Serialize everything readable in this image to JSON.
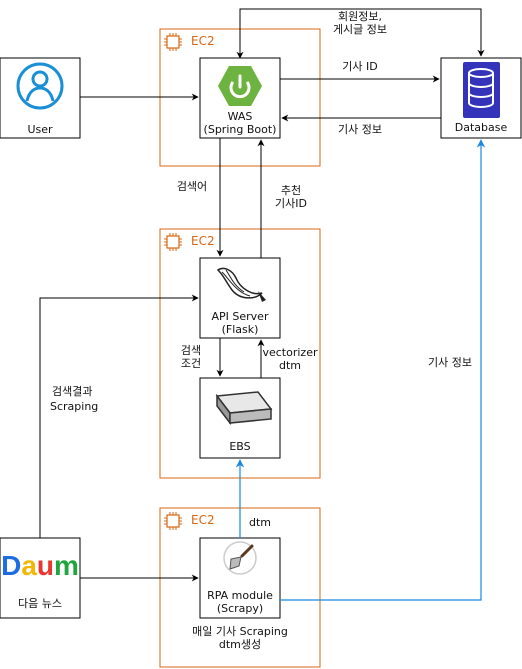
{
  "groups": [
    {
      "id": "ec2-was",
      "label": "EC2"
    },
    {
      "id": "ec2-api",
      "label": "EC2"
    },
    {
      "id": "ec2-rpa",
      "label": "EC2"
    }
  ],
  "nodes": {
    "user": {
      "label": "User"
    },
    "was": {
      "line1": "WAS",
      "line2": "(Spring Boot)"
    },
    "database": {
      "label": "Database"
    },
    "api": {
      "line1": "API Server",
      "line2": "(Flask)"
    },
    "ebs": {
      "label": "EBS"
    },
    "daum": {
      "logo": "Daum",
      "label": "다음 뉴스"
    },
    "rpa": {
      "line1": "RPA module",
      "line2": "(Scrapy)"
    }
  },
  "edges": {
    "was_db_top": {
      "line1": "회원정보,",
      "line2": "게시글 정보"
    },
    "was_db_id": {
      "label": "기사 ID"
    },
    "db_was_info": {
      "label": "기사 정보"
    },
    "was_api": {
      "label": "검색어"
    },
    "api_was": {
      "line1": "추천",
      "line2": "기사ID"
    },
    "api_ebs": {
      "line1": "검색",
      "line2": "조건"
    },
    "ebs_api": {
      "line1": "vectorizer",
      "line2": "dtm"
    },
    "daum_api": {
      "line1": "검색결과",
      "line2": "Scraping"
    },
    "rpa_db": {
      "label": "기사 정보"
    },
    "rpa_ebs": {
      "label": "dtm"
    },
    "rpa_note": {
      "line1": "매일 기사 Scraping",
      "line2": "dtm생성"
    }
  },
  "colors": {
    "ec2_border": "#d86613",
    "db_fill": "#3334b9",
    "spring_green": "#6db33f",
    "user_blue": "#1a8fd6",
    "blue_link": "#1b88e0",
    "arrow": "#000000"
  }
}
